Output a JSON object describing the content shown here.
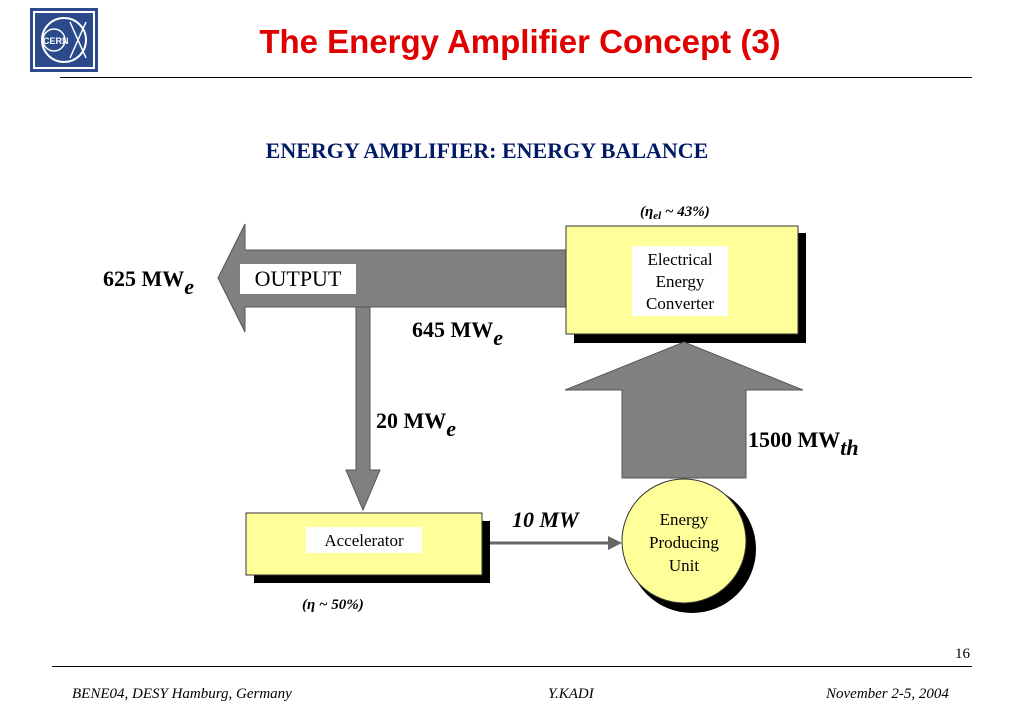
{
  "slide": {
    "title": "The Energy Amplifier Concept (3)",
    "page_number": "16",
    "logo_text": "CERN"
  },
  "diagram": {
    "heading": "ENERGY AMPLIFIER: ENERGY BALANCE",
    "output_label": "OUTPUT",
    "converter_lines": [
      "Electrical",
      "Energy",
      "Converter"
    ],
    "converter_efficiency": {
      "prefix": "(η",
      "sub": "el",
      "suffix": " ~ 43%)"
    },
    "accelerator_label": "Accelerator",
    "accelerator_efficiency": "(η ~ 50%)",
    "unit_lines": [
      "Energy",
      "Producing",
      "Unit"
    ],
    "flows": {
      "output": {
        "value": "625 MW",
        "sub": "e"
      },
      "converter_out": {
        "value": "645 MW",
        "sub": "e"
      },
      "to_accelerator": {
        "value": "20 MW",
        "sub": "e"
      },
      "beam": {
        "value": "10 MW",
        "sub": ""
      },
      "thermal": {
        "value": "1500 MW",
        "sub": "th"
      }
    },
    "colors": {
      "box_fill": "#ffff99",
      "arrow_fill": "#808080",
      "shadow": "#000000"
    }
  },
  "footer": {
    "left": "BENE04, DESY Hamburg, Germany",
    "center": "Y.KADI",
    "right": "November 2-5, 2004"
  }
}
